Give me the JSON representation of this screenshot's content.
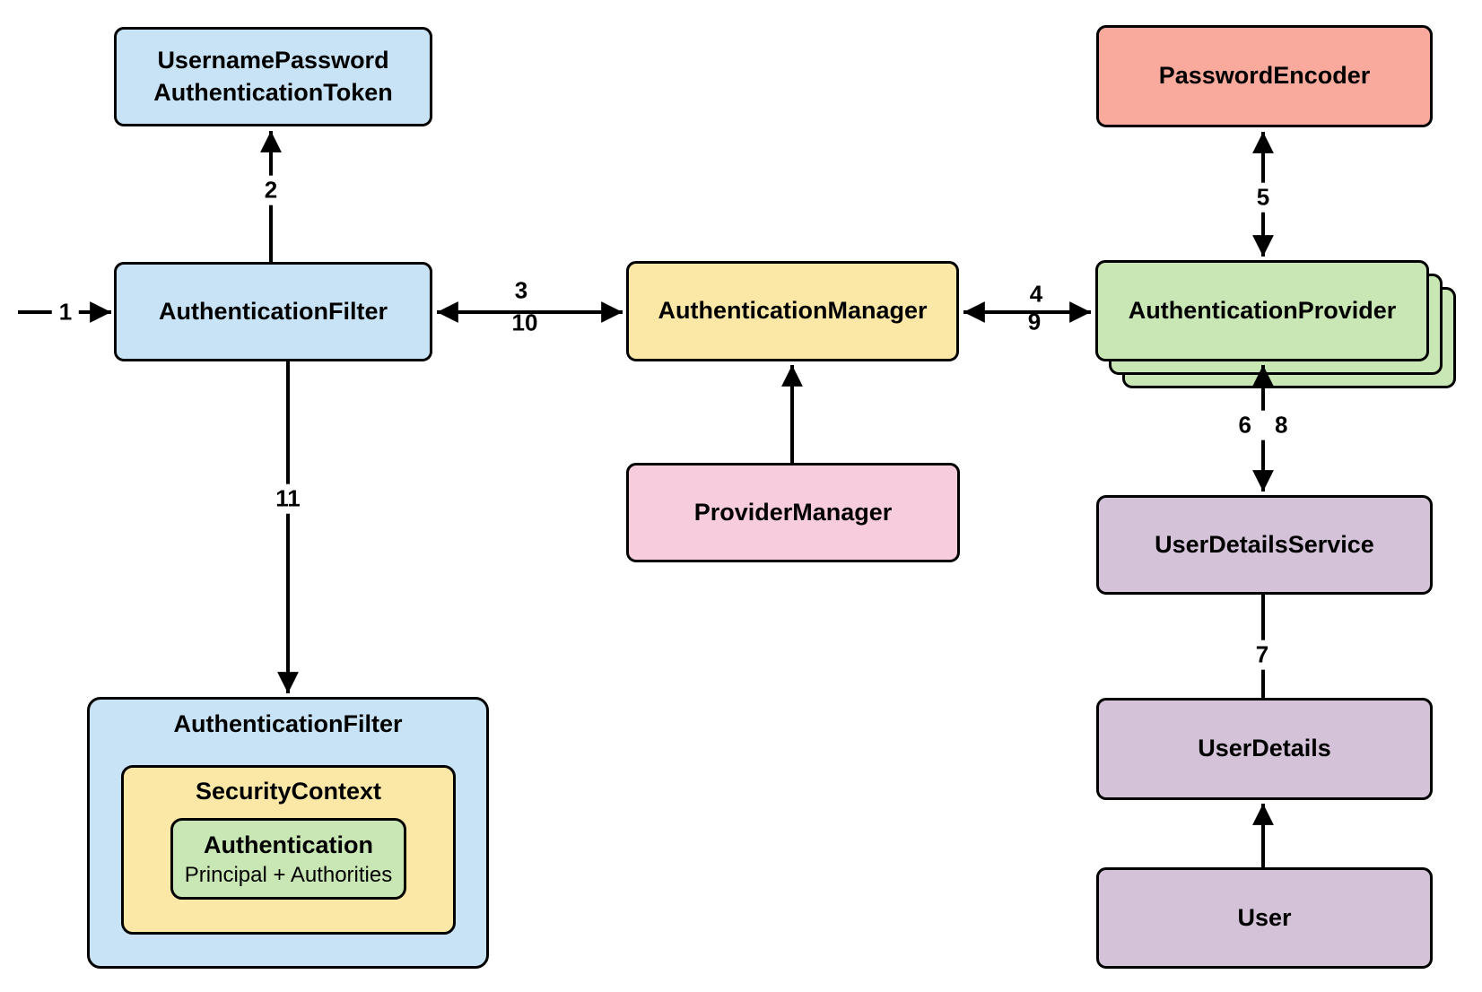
{
  "title": "Spring Security authentication architecture diagram",
  "colors": {
    "blue": "#C7E3F5",
    "yellow": "#FBE8A6",
    "green": "#C9E7B4",
    "salmon": "#FAAA9D",
    "pink": "#F7CCDC",
    "purple": "#D4C2D9",
    "stroke": "#000000",
    "background": "#FFFFFF"
  },
  "nodes": {
    "username_password_authentication_token": {
      "label": "UsernamePassword\nAuthenticationToken"
    },
    "authentication_filter": {
      "label": "AuthenticationFilter"
    },
    "authentication_manager": {
      "label": "AuthenticationManager"
    },
    "provider_manager": {
      "label": "ProviderManager"
    },
    "password_encoder": {
      "label": "PasswordEncoder"
    },
    "authentication_provider": {
      "label": "AuthenticationProvider"
    },
    "user_details_service": {
      "label": "UserDetailsService"
    },
    "user_details": {
      "label": "UserDetails"
    },
    "user": {
      "label": "User"
    },
    "authentication_filter_context": {
      "label": "AuthenticationFilter"
    },
    "security_context": {
      "label": "SecurityContext"
    },
    "authentication": {
      "label": "Authentication",
      "sublabel": "Principal + Authorities"
    }
  },
  "edge_labels": {
    "step1": "1",
    "step2": "2",
    "step3": "3",
    "step4": "4",
    "step5": "5",
    "step6": "6",
    "step7": "7",
    "step8": "8",
    "step9": "9",
    "step10": "10",
    "step11": "11"
  }
}
